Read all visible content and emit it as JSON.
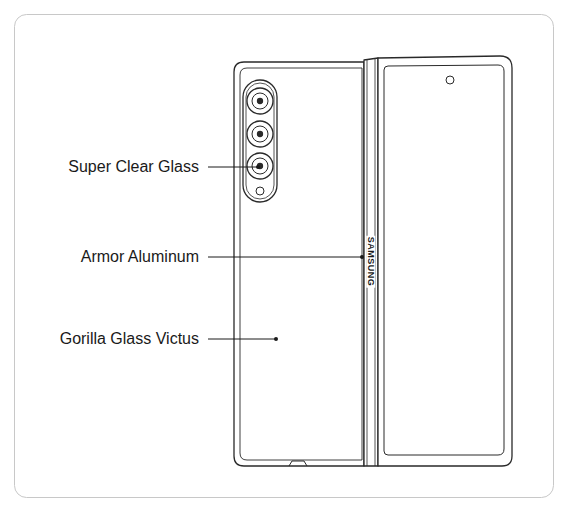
{
  "diagram": {
    "labels": [
      "Super Clear Glass",
      "Armor Aluminum",
      "Gorilla Glass Victus",
      "SAMSUNG"
    ]
  }
}
